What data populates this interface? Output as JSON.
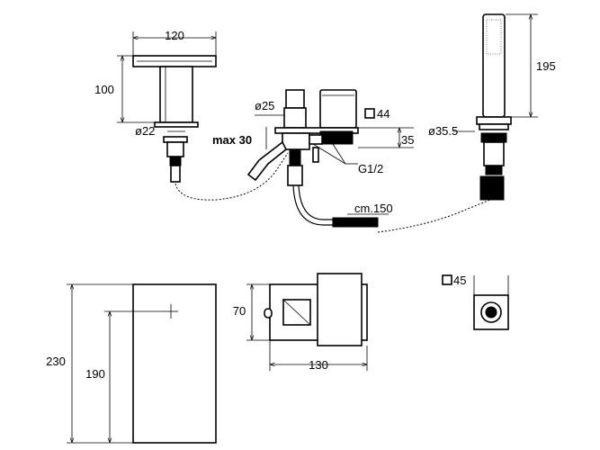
{
  "dimensions": {
    "spout_width": "120",
    "spout_height": "100",
    "spout_diameter": "ø22",
    "mixer_diameter": "ø25",
    "mixer_square": "44",
    "max_deck": "max 30",
    "deck_height": "35",
    "thread": "G1/2",
    "hose_length": "cm.150",
    "shower_diameter": "ø35.5",
    "shower_height": "195",
    "plate_height_outer": "230",
    "plate_height_inner": "190",
    "mixer_plan_height": "70",
    "mixer_plan_width": "130",
    "valve_square": "45"
  }
}
